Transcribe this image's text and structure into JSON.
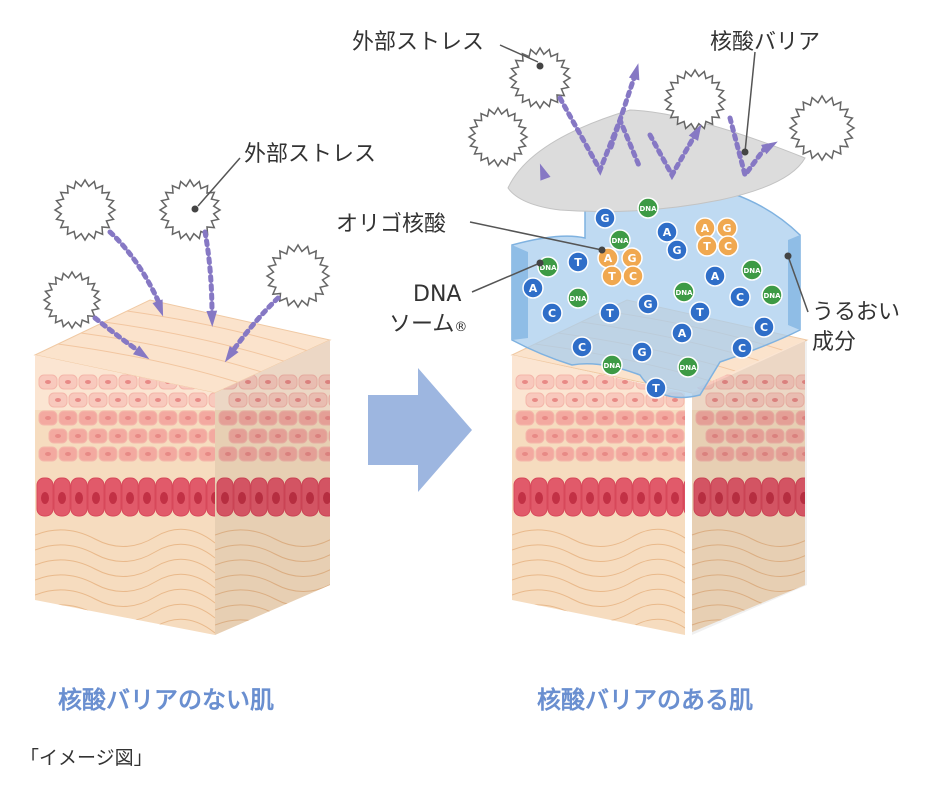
{
  "labels": {
    "stress_left": "外部ストレス",
    "stress_right": "外部ストレス",
    "barrier": "核酸バリア",
    "oligo": "オリゴ核酸",
    "dna_soma_line1": "DNA",
    "dna_soma_line2": "ソーム",
    "registered": "®",
    "moisture_line1": "うるおい",
    "moisture_line2": "成分"
  },
  "captions": {
    "left": "核酸バリアのない肌",
    "right": "核酸バリアのある肌"
  },
  "note": "「イメージ図」",
  "molecules": {
    "bases": [
      "G",
      "A",
      "T",
      "C",
      "DNA"
    ],
    "colors": {
      "base_blue": "#2f6ec8",
      "dna_green": "#3d9a45",
      "pair_orange": "#f0a850"
    }
  },
  "colors": {
    "caption": "#6a8fd0",
    "arrow": "#9db6e0",
    "stress_path": "#8678c4",
    "barrier_film": "#dcdcdc",
    "moisture_gel": "#a9cdee",
    "skin_top": "#fbe3cc",
    "skin_cells": "#f3a9a0",
    "basal_cells": "#e15a6a",
    "dermis": "#f6dcbf"
  }
}
